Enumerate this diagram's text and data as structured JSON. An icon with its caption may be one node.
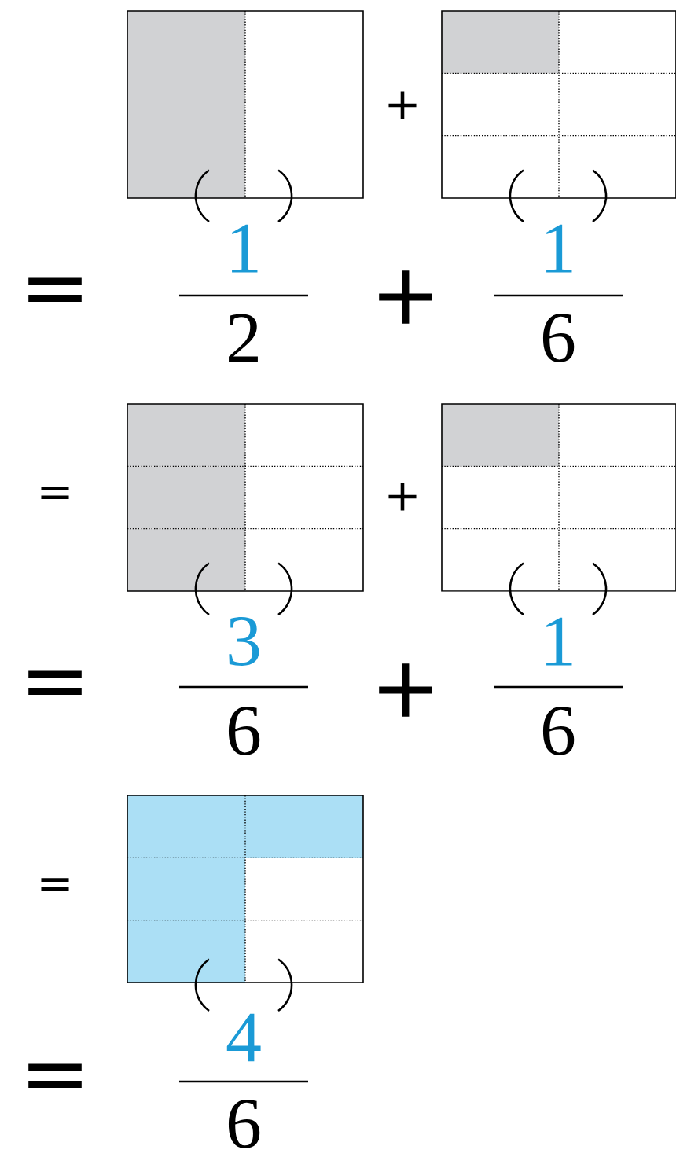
{
  "diagram": {
    "labels": [
      "+",
      "=",
      "1",
      "2",
      "+",
      "1",
      "6",
      "=",
      "+",
      "=",
      "3",
      "6",
      "+",
      "1",
      "6",
      "=",
      "=",
      "4",
      "6"
    ]
  }
}
